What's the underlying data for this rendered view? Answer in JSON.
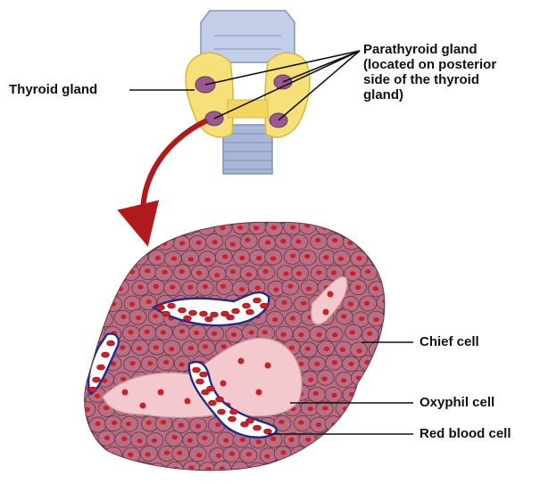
{
  "labels": {
    "thyroid": "Thyroid gland",
    "parathyroid": [
      "Parathyroid gland",
      "(located on posterior",
      "side of the thyroid",
      "gland)"
    ],
    "chief": "Chief cell",
    "oxyphil": "Oxyphil cell",
    "rbc": "Red blood cell"
  },
  "colors": {
    "thyroid": "#f6e07a",
    "parathyroid": "#9a5a90",
    "trachea": "#a9b8d8",
    "tissue": "#b96f83",
    "cell_border": "#6e3a4c",
    "nucleus": "#cc1f2a",
    "oxyphil": "#f4c9cd",
    "vessel": "#1f2a8c",
    "arrow": "#b01a1a"
  }
}
